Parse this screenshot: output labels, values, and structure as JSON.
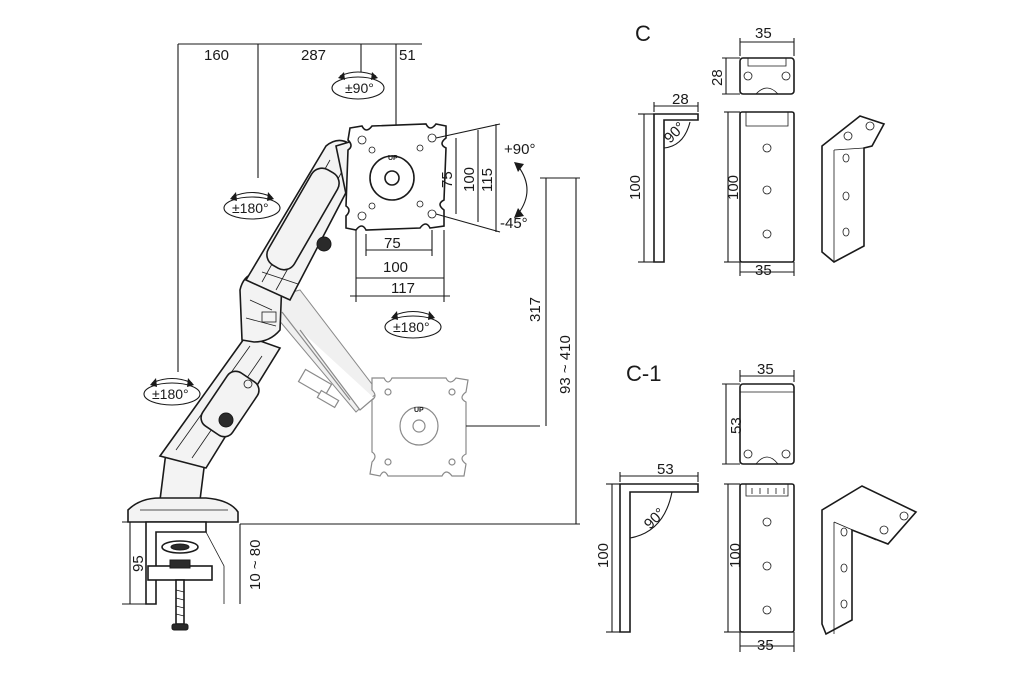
{
  "arm": {
    "top_dims": {
      "d1": "160",
      "d2": "287",
      "d3": "51"
    },
    "rotations": {
      "top": "±90°",
      "upper_arm": "±180°",
      "mid": "±180°",
      "base": "±180°"
    },
    "tilt": {
      "up": "+90°",
      "down": "-45°"
    },
    "vesa": {
      "h75": "75",
      "h100": "100",
      "v75": "75",
      "v100": "100",
      "v115": "115",
      "w117": "117",
      "up_marker": "UP"
    },
    "heights": {
      "reach": "317",
      "height_range": "93 ~ 410"
    },
    "clamp": {
      "height": "95",
      "thickness": "10 ~ 80"
    }
  },
  "bracket_c": {
    "label": "C",
    "top_width": "35",
    "top_height": "28",
    "side_width": "28",
    "side_angle": "90°",
    "side_height": "100",
    "front_height": "100",
    "front_width": "35"
  },
  "bracket_c1": {
    "label": "C-1",
    "top_width": "35",
    "top_height": "53",
    "side_width": "53",
    "side_angle": "90°",
    "side_height": "100",
    "front_height": "100",
    "front_width": "35"
  }
}
